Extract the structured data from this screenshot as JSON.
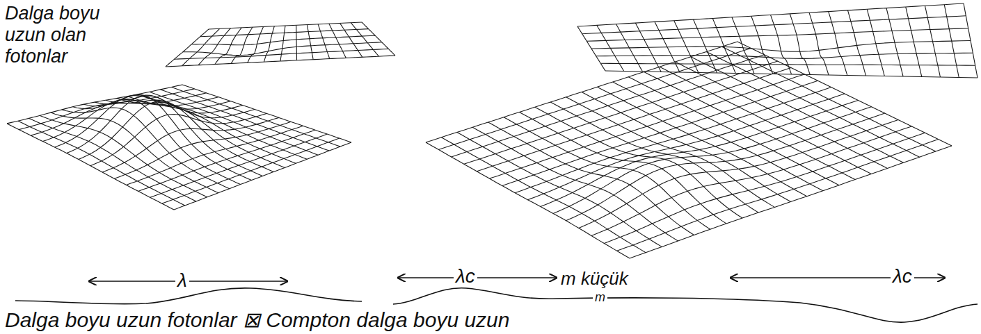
{
  "diagram": {
    "labels": [
      "Dalga boyu uzun olan fotonlar",
      "λ",
      "λc",
      "m küçük",
      "m",
      "λc",
      "Dalga boyu uzun fotonlar ⊠ Compton dalga boyu uzun"
    ]
  }
}
